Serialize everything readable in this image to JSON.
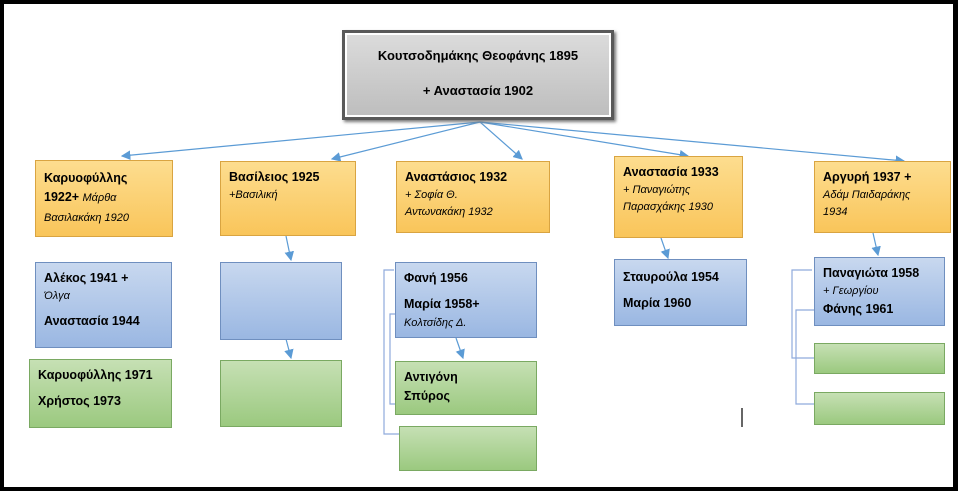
{
  "root": {
    "line1": "Κουτσοδημάκης Θεοφάνης 1895",
    "line2": "+ Αναστασία 1902"
  },
  "children": [
    {
      "head": {
        "name": "Καρυοφύλλης",
        "year_bold": "1922+",
        "spouse_inline": "Μάρθα",
        "spouse_rest": "Βασιλακάκη 1920"
      },
      "blue": {
        "l1_bold": "Αλέκος 1941 +",
        "l1_italic": "Όλγα",
        "l2_bold": "Αναστασία 1944"
      },
      "green": {
        "l1": "Καρυοφύλλης 1971",
        "l2": "Χρήστος 1973"
      }
    },
    {
      "head": {
        "name": "Βασίλειος 1925",
        "spouse": "+Βασιλική"
      }
    },
    {
      "head": {
        "name": "Αναστάσιος 1932",
        "spouse_l1": "+ Σοφία Θ.",
        "spouse_l2": "Αντωνακάκη 1932"
      },
      "blue": {
        "l1": "Φανή 1956",
        "l2": "Μαρία 1958+",
        "l2_italic": "Κολτσίδης Δ."
      },
      "green": {
        "l1": "Αντιγόνη",
        "l2": "Σπύρος"
      }
    },
    {
      "head": {
        "name": "Αναστασία 1933",
        "spouse_l1": "+ Παναγιώτης",
        "spouse_l2": "Παρασχάκης 1930"
      },
      "blue": {
        "l1": "Σταυρούλα 1954",
        "l2": "Μαρία 1960"
      }
    },
    {
      "head": {
        "name": "Αργυρή 1937 +",
        "spouse_l1": "Αδάμ Παιδαράκης",
        "spouse_l2": "1934"
      },
      "blue": {
        "l1": "Παναγιώτα 1958",
        "l1_italic": "+ Γεωργίου",
        "l2": "Φάνης 1961"
      }
    }
  ],
  "colors": {
    "connector": "#5b9bd5",
    "bracket": "#8faadc",
    "orange": "#f9c55a",
    "blue": "#9ab7e2",
    "green": "#9bc97f"
  }
}
